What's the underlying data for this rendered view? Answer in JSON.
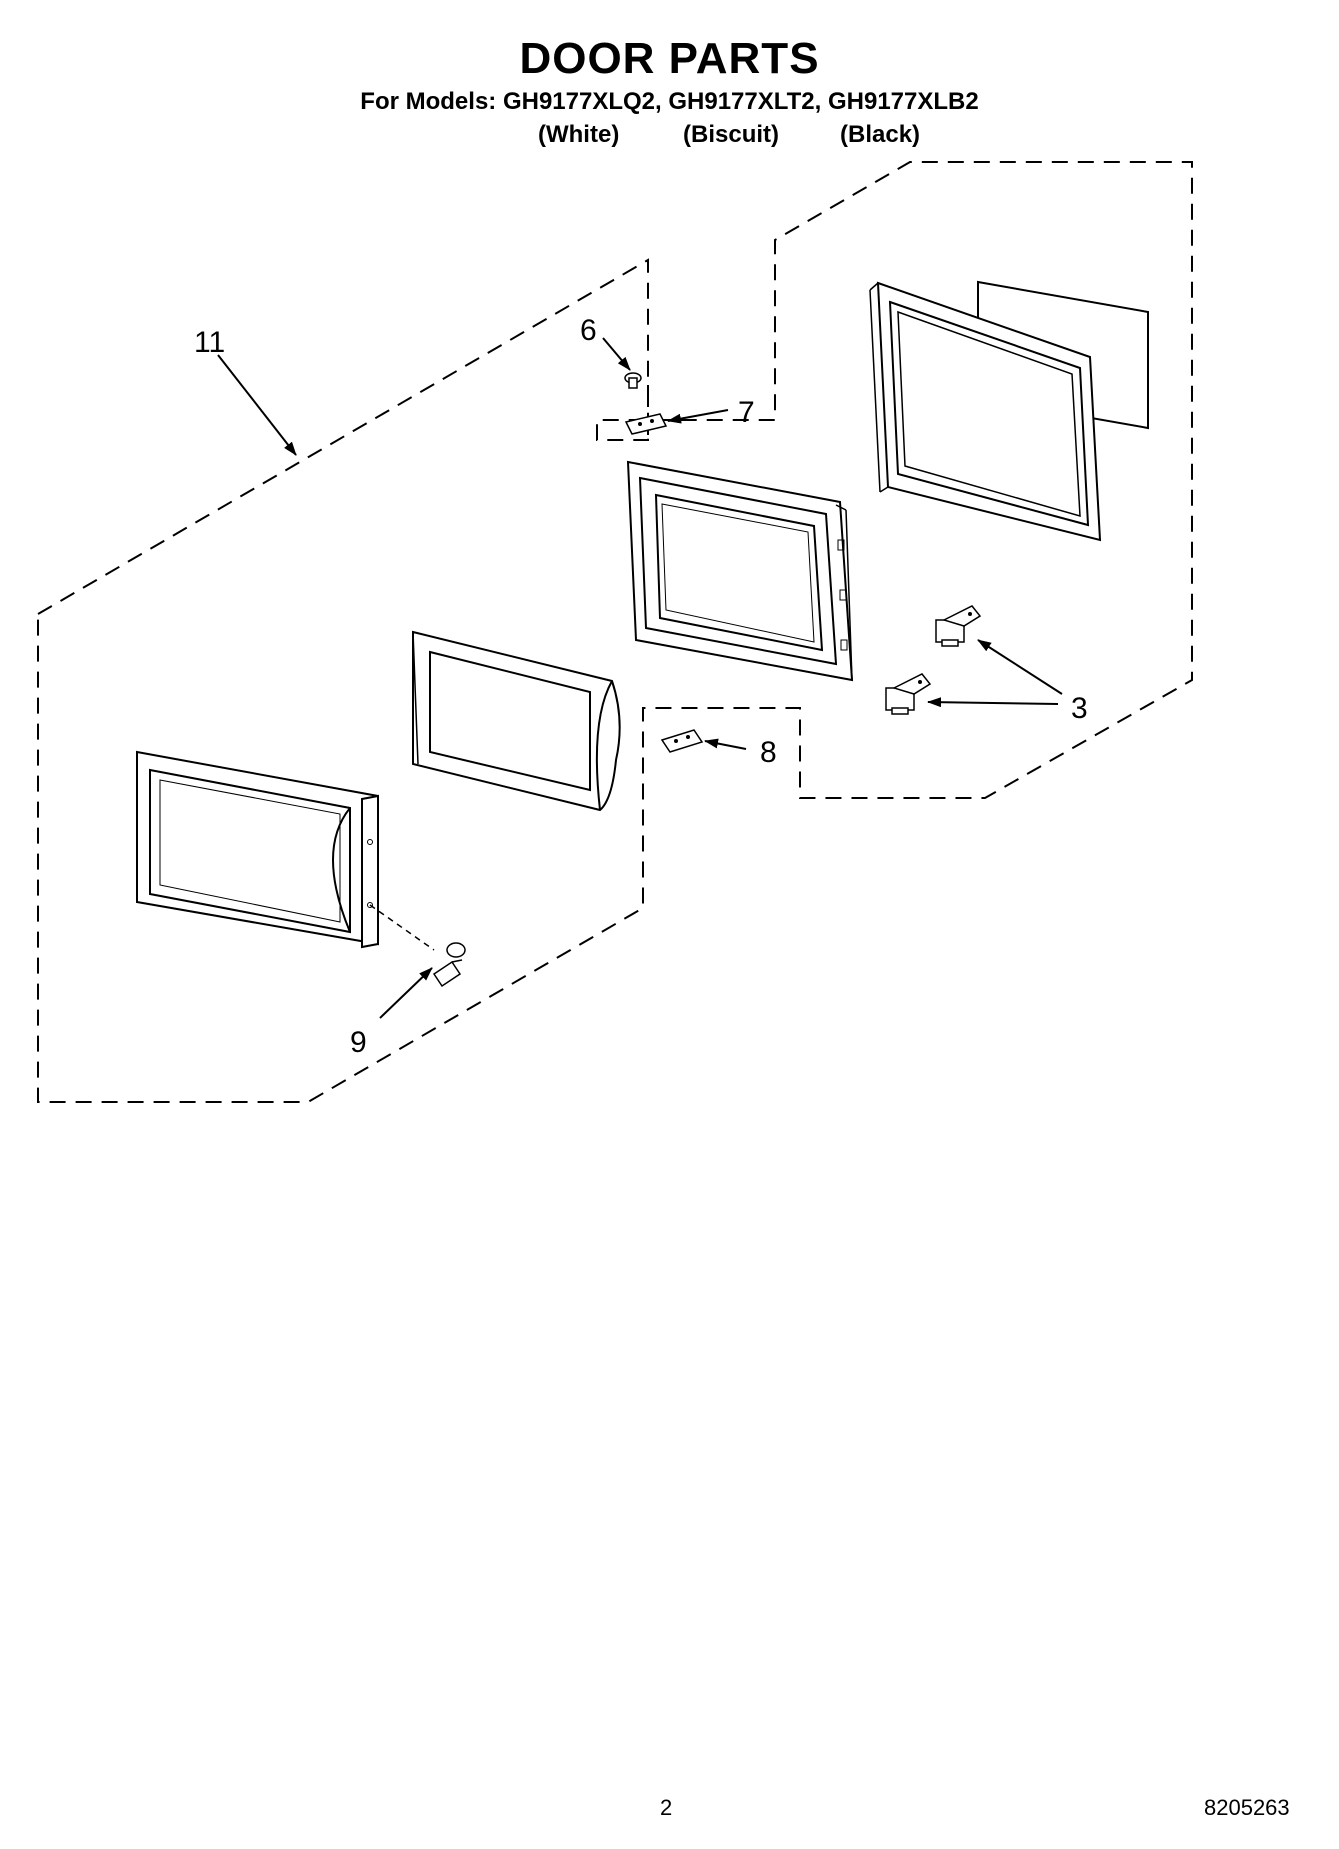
{
  "header": {
    "title": "DOOR PARTS",
    "models_line": "For Models: GH9177XLQ2, GH9177XLT2, GH9177XLB2",
    "variants": [
      "(White)",
      "(Biscuit)",
      "(Black)"
    ]
  },
  "callouts": {
    "c3": "3",
    "c6": "6",
    "c7": "7",
    "c8": "8",
    "c9": "9",
    "c11": "11"
  },
  "footer": {
    "page_number": "2",
    "document_number": "8205263"
  }
}
